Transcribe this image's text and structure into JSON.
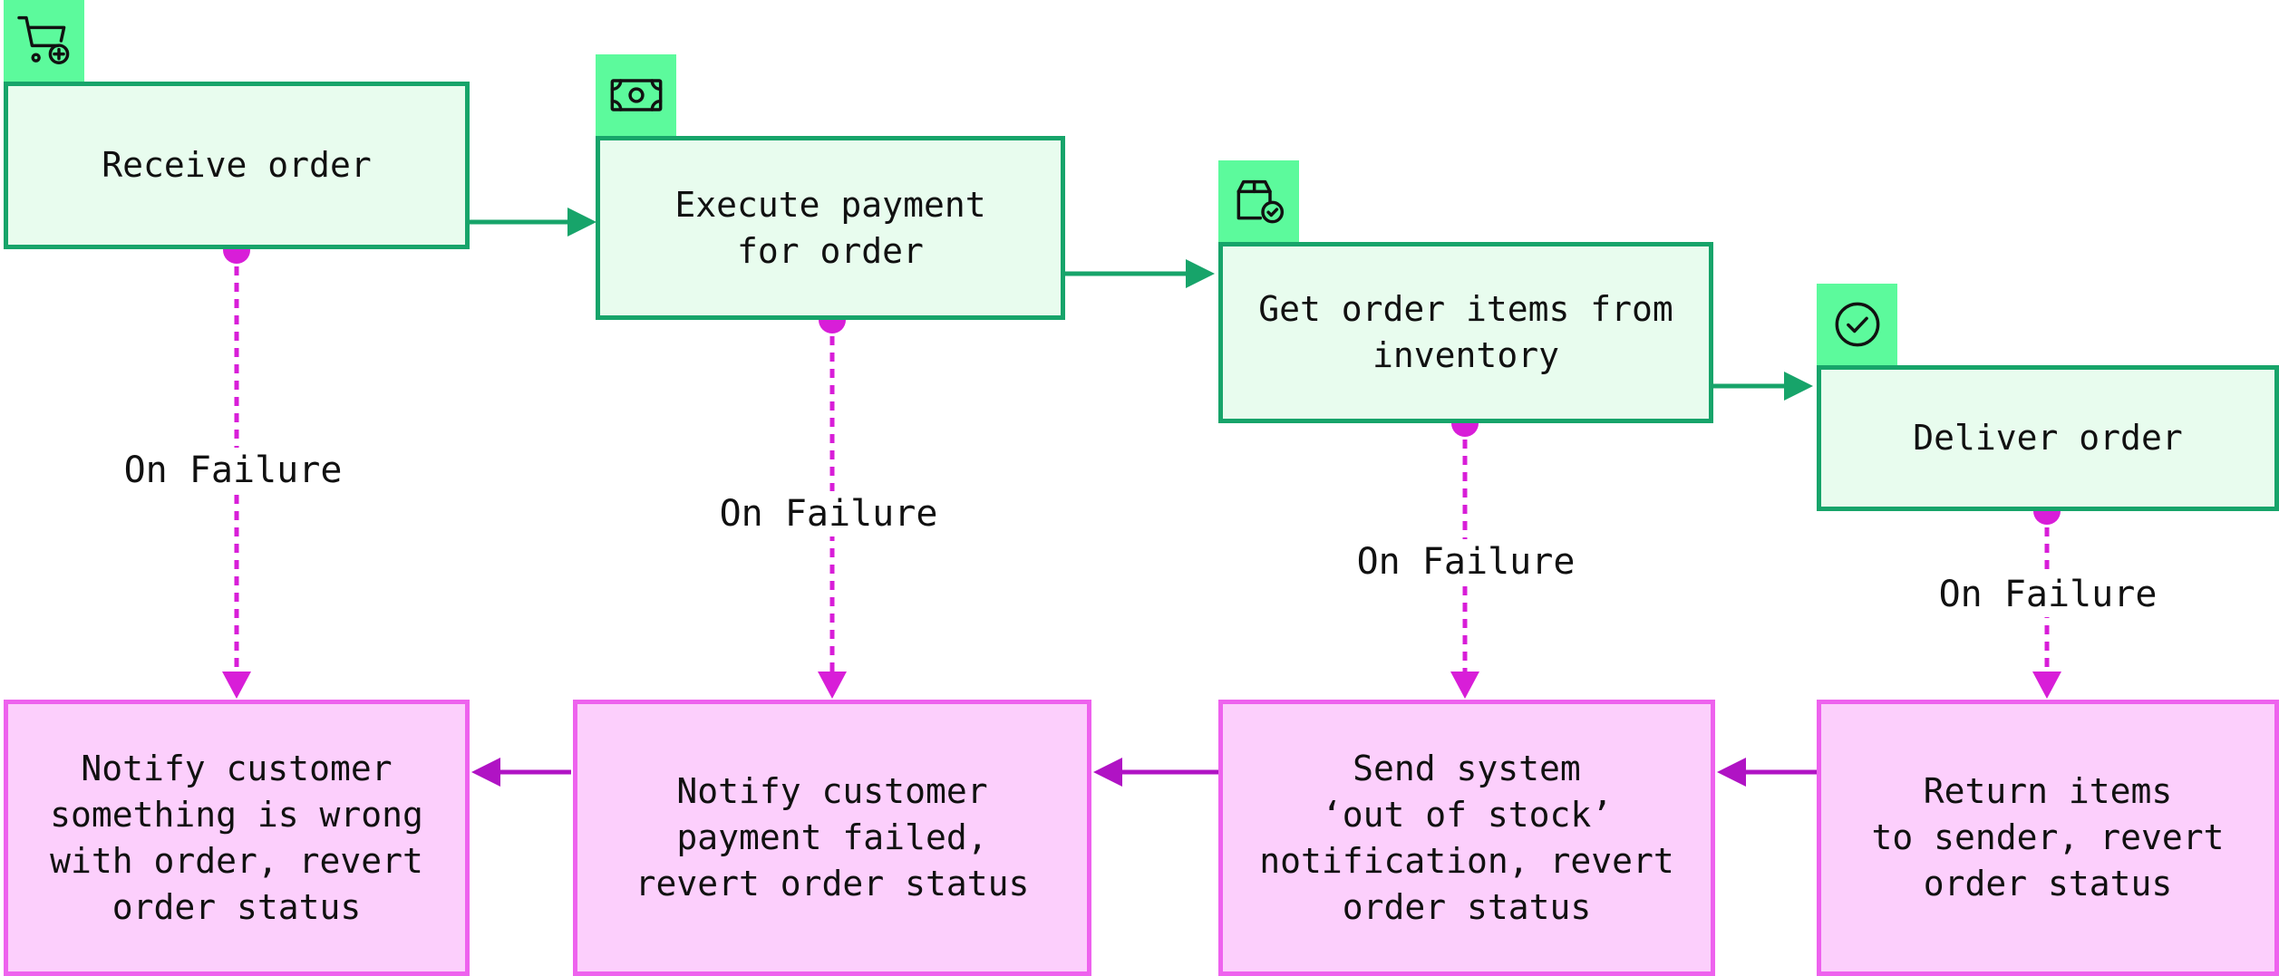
{
  "steps": [
    {
      "label": "Receive order",
      "icon": "shopping-cart-add-icon"
    },
    {
      "label": "Execute payment\nfor order",
      "icon": "banknote-icon"
    },
    {
      "label": "Get order items from\ninventory",
      "icon": "package-check-icon"
    },
    {
      "label": "Deliver order",
      "icon": "check-circle-icon"
    }
  ],
  "failure_label": "On Failure",
  "compensations": [
    {
      "label": "Notify customer\nsomething is wrong\nwith order, revert\norder status"
    },
    {
      "label": "Notify customer\npayment failed,\nrevert order status"
    },
    {
      "label": "Send system\n‘out of stock’\nnotification, revert\norder status"
    },
    {
      "label": "Return items\nto sender, revert\norder status"
    }
  ],
  "colors": {
    "step_fill": "#e8fcee",
    "step_border": "#17a46a",
    "icon_bg": "#5cfa9c",
    "comp_fill": "#fccffc",
    "comp_border": "#ee62ee",
    "failure_line": "#d81ed8",
    "back_arrow": "#b013c4"
  }
}
